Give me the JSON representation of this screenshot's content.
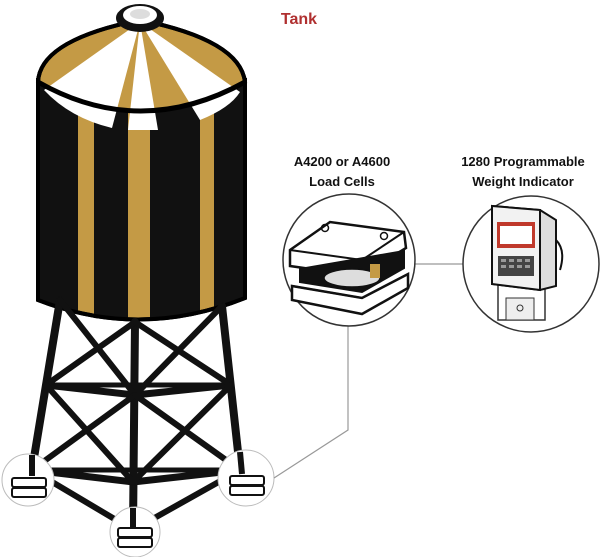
{
  "labels": {
    "tank": "Tank",
    "load_cells_line1": "A4200 or A4600",
    "load_cells_line2": "Load Cells",
    "indicator_line1": "1280 Programmable",
    "indicator_line2": "Weight Indicator"
  },
  "colors": {
    "tank_gold": "#c49a45",
    "tank_black": "#111111",
    "label_red": "#b03030",
    "callout_line": "#999999",
    "indicator_red": "#c0392b"
  }
}
